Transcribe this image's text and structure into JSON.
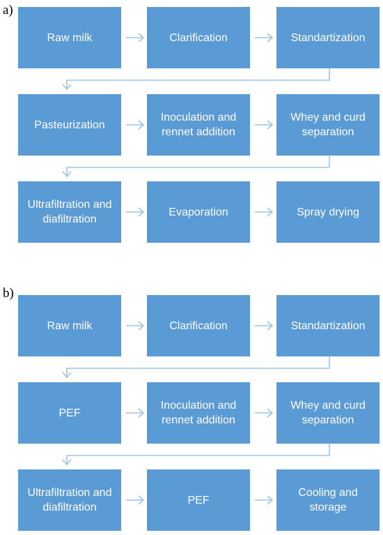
{
  "diagrams": [
    {
      "label": "a)",
      "rows": [
        [
          "Raw milk",
          "Clarification",
          "Standartization"
        ],
        [
          "Pasteurization",
          "Inoculation and rennet addition",
          "Whey and curd separation"
        ],
        [
          "Ultrafiltration and diafiltration",
          "Evaporation",
          "Spray drying"
        ]
      ]
    },
    {
      "label": "b)",
      "rows": [
        [
          "Raw milk",
          "Clarification",
          "Standartization"
        ],
        [
          "PEF",
          "Inoculation and rennet addition",
          "Whey and curd separation"
        ],
        [
          "Ultrafiltration and diafiltration",
          "PEF",
          "Cooling and storage"
        ]
      ]
    }
  ],
  "colors": {
    "box_fill": "#5b9bd5",
    "box_text": "#ffffff",
    "arrow": "#9dc3e6"
  }
}
